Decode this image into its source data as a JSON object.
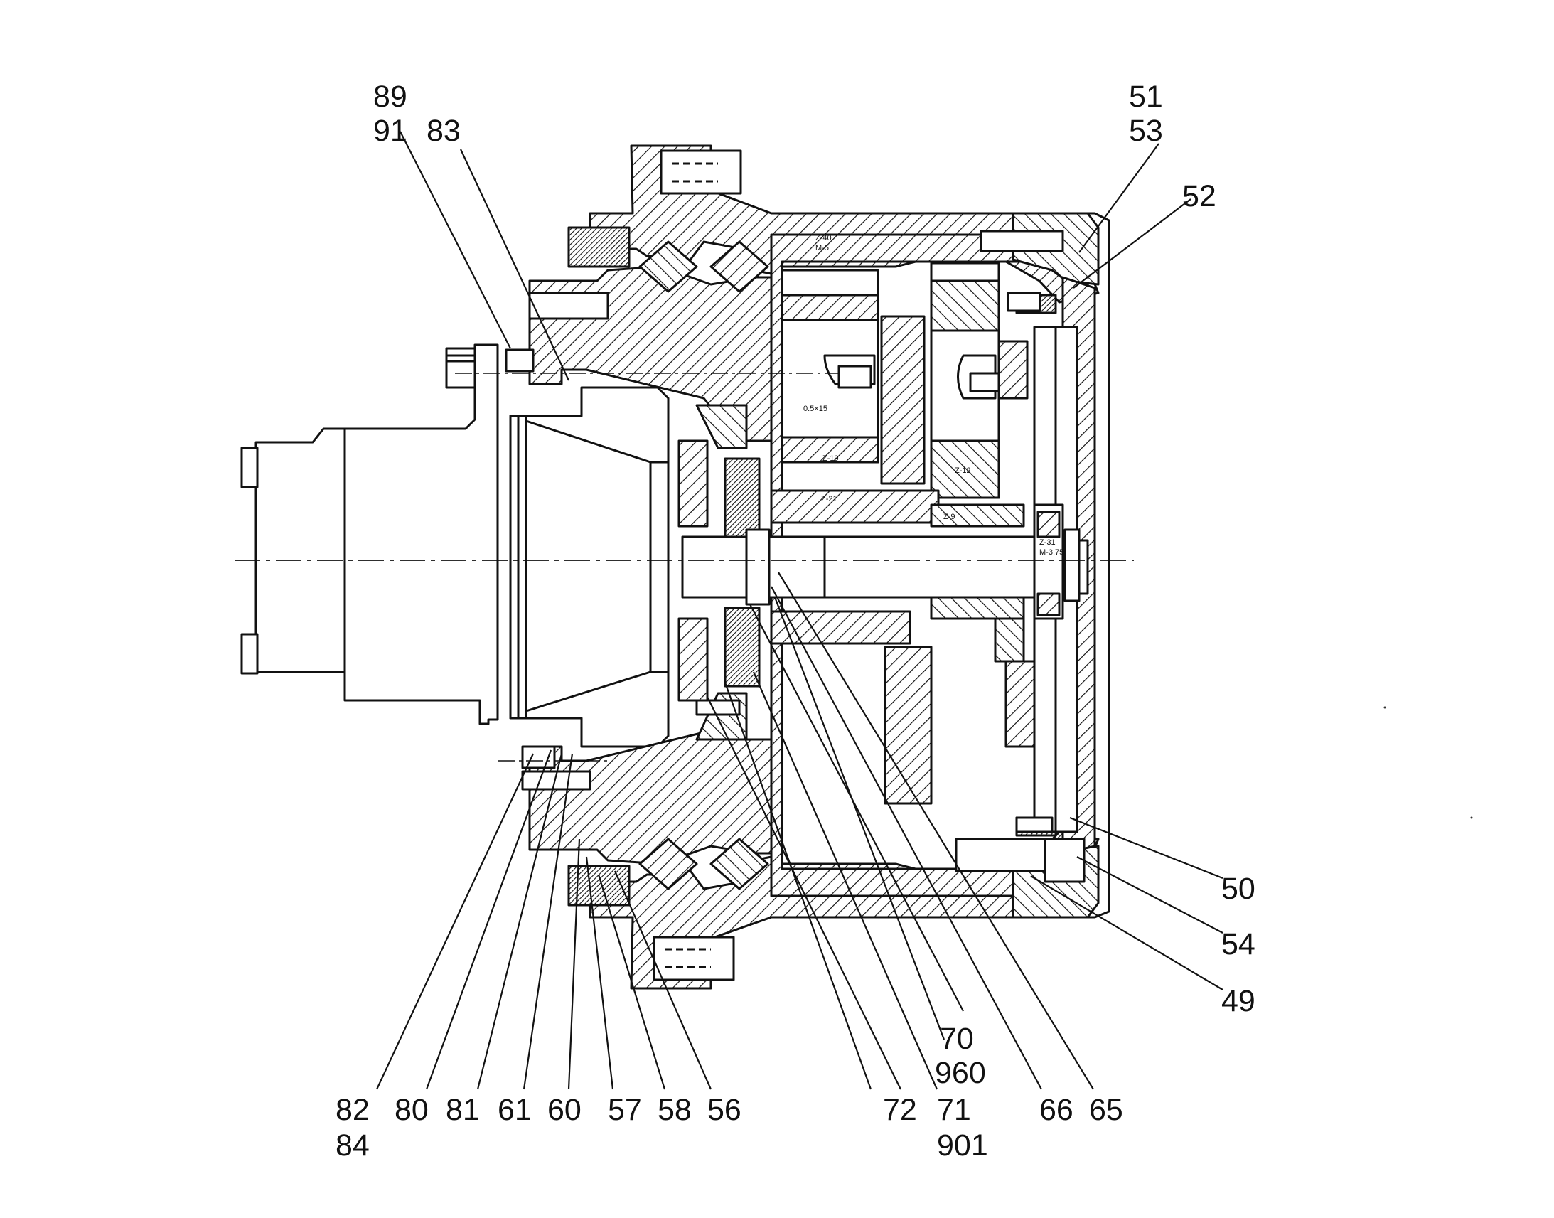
{
  "drawing": {
    "labels": {
      "l89": "89",
      "l91": "91",
      "l83": "83",
      "l51": "51",
      "l53": "53",
      "l52": "52",
      "l50": "50",
      "l54": "54",
      "l49": "49",
      "l70": "70",
      "l960": "960",
      "l82": "82",
      "l84": "84",
      "l80": "80",
      "l81": "81",
      "l61": "61",
      "l60": "60",
      "l57": "57",
      "l58": "58",
      "l56": "56",
      "l72": "72",
      "l71": "71",
      "l901": "901",
      "l66": "66",
      "l65": "65"
    },
    "inner_marks": {
      "m1": "Z-40",
      "m2": "M-5",
      "m3": "0.5×15",
      "m4": "Z-19",
      "m5": "Z-21",
      "m6": "Z-12",
      "m7": "Z-9",
      "m8": "Z-31",
      "m9": "M-3.75"
    }
  }
}
